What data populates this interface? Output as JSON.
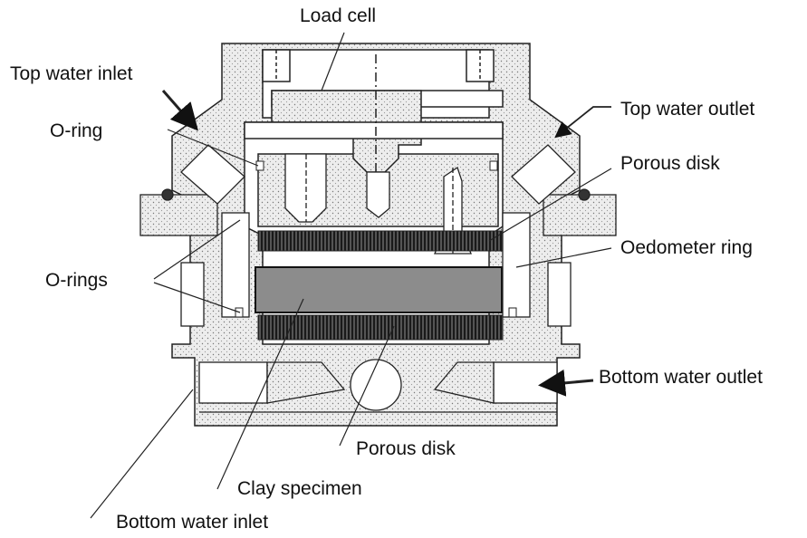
{
  "labels": {
    "load_cell": "Load cell",
    "top_water_inlet": "Top water inlet",
    "o_ring": "O-ring",
    "o_rings": "O-rings",
    "top_water_outlet": "Top water outlet",
    "porous_disk_top": "Porous disk",
    "oedometer_ring": "Oedometer ring",
    "bottom_water_outlet": "Bottom water outlet",
    "porous_disk_bottom": "Porous disk",
    "clay_specimen": "Clay specimen",
    "bottom_water_inlet": "Bottom water inlet"
  },
  "colors": {
    "stroke": "#222222",
    "stipple_fill": "#e4e4e4",
    "specimen_fill": "#8c8c8c",
    "porous_fill": "#3a3a3a"
  }
}
